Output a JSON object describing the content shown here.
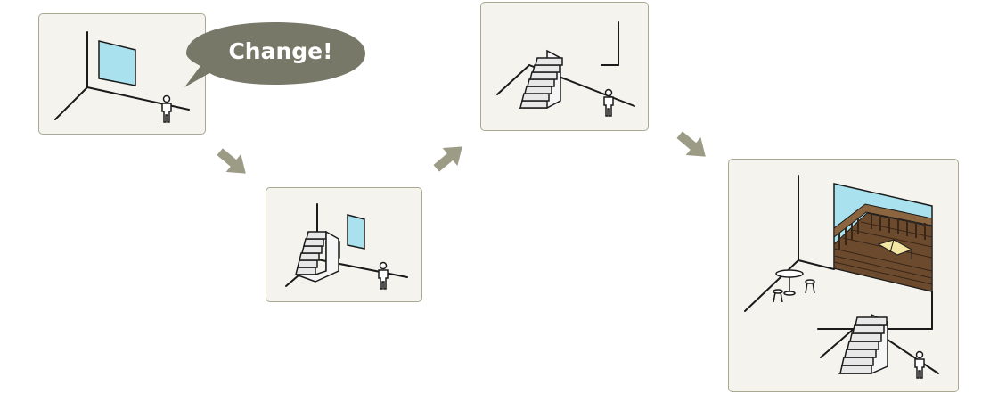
{
  "bubble": {
    "text": "Change!"
  },
  "colors": {
    "panel_bg": "#f4f3ee",
    "panel_border": "#a9a98f",
    "bubble_fill": "#777868",
    "arrow_fill": "#9b9b86",
    "window_glass": "#a9e2ee",
    "deck_wood": "#6b4a2e",
    "stair_fill": "#e8e8e8"
  },
  "icons": {
    "arrow": "chevron-arrow",
    "person": "person-figure"
  }
}
